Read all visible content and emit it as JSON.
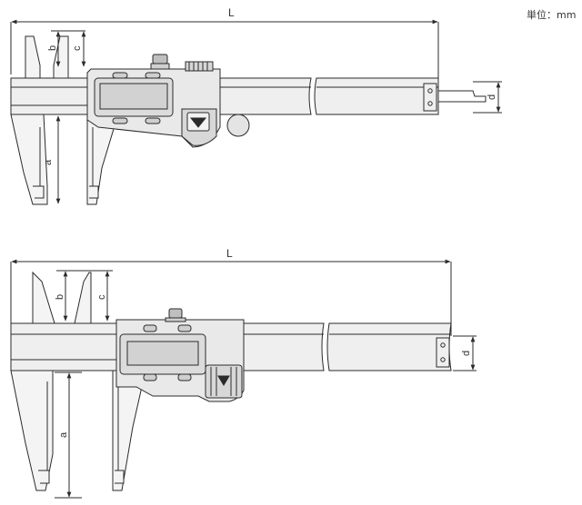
{
  "unit_note": "単位：mm",
  "diagrams": [
    {
      "id": "caliper-1",
      "labels": {
        "L": "L",
        "a": "a",
        "b": "b",
        "c": "c",
        "d": "d"
      }
    },
    {
      "id": "caliper-2",
      "labels": {
        "L": "L",
        "a": "a",
        "b": "b",
        "c": "c",
        "d": "d"
      }
    }
  ],
  "colors": {
    "line": "#2b2b2b",
    "body": "#e9e9e9",
    "display": "#d2d2d2",
    "button": "#c8c8c8"
  }
}
